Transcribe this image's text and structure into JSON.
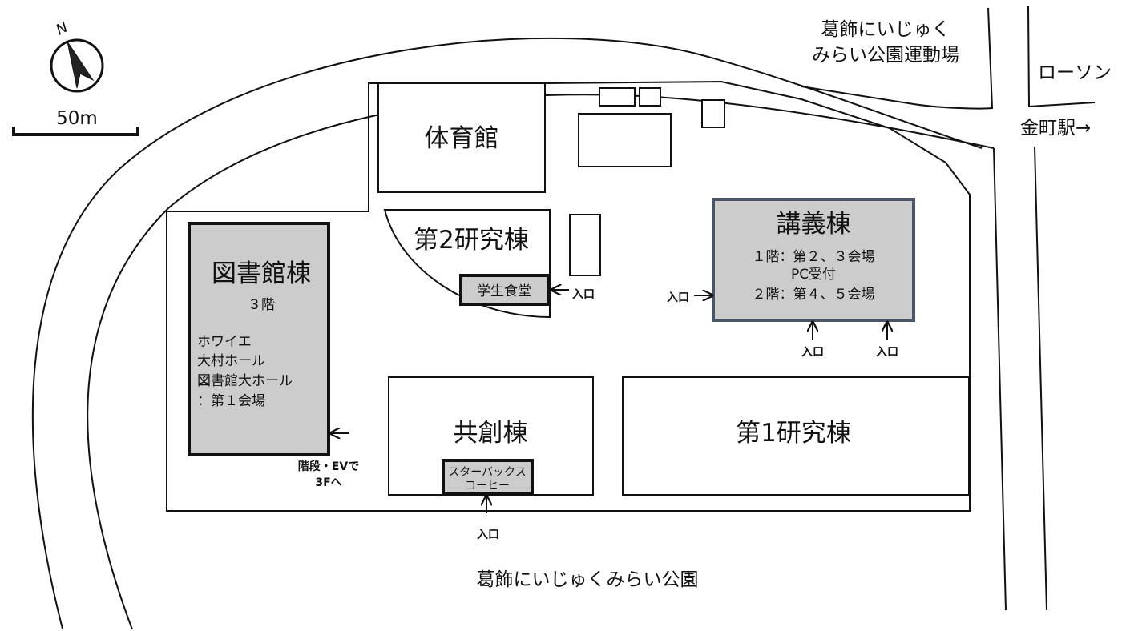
{
  "compass": {
    "north_label": "N",
    "scale_label": "50m"
  },
  "outside": {
    "sports_ground_line1": "葛飾にいじゅく",
    "sports_ground_line2": "みらい公園運動場",
    "lawson": "ローソン",
    "station": "金町駅→",
    "park": "葛飾にいじゅくみらい公園"
  },
  "buildings": {
    "gym": "体育館",
    "research2": "第2研究棟",
    "cafeteria": "学生食堂",
    "lecture": {
      "name": "講義棟",
      "line1": "１階：第２、３会場",
      "line2": "PC受付",
      "line3": "２階：第４、５会場"
    },
    "library": {
      "name": "図書館棟",
      "floor": "３階",
      "item1": "ホワイエ",
      "item2": "大村ホール",
      "item3": "図書館大ホール",
      "item4": "：第１会場"
    },
    "kyoso": "共創棟",
    "starbucks_line1": "スターバックス",
    "starbucks_line2": "コーヒー",
    "research1": "第1研究棟"
  },
  "labels": {
    "entrance": "入口",
    "stairs_line1": "階段・EVで",
    "stairs_line2": "3Fへ"
  }
}
